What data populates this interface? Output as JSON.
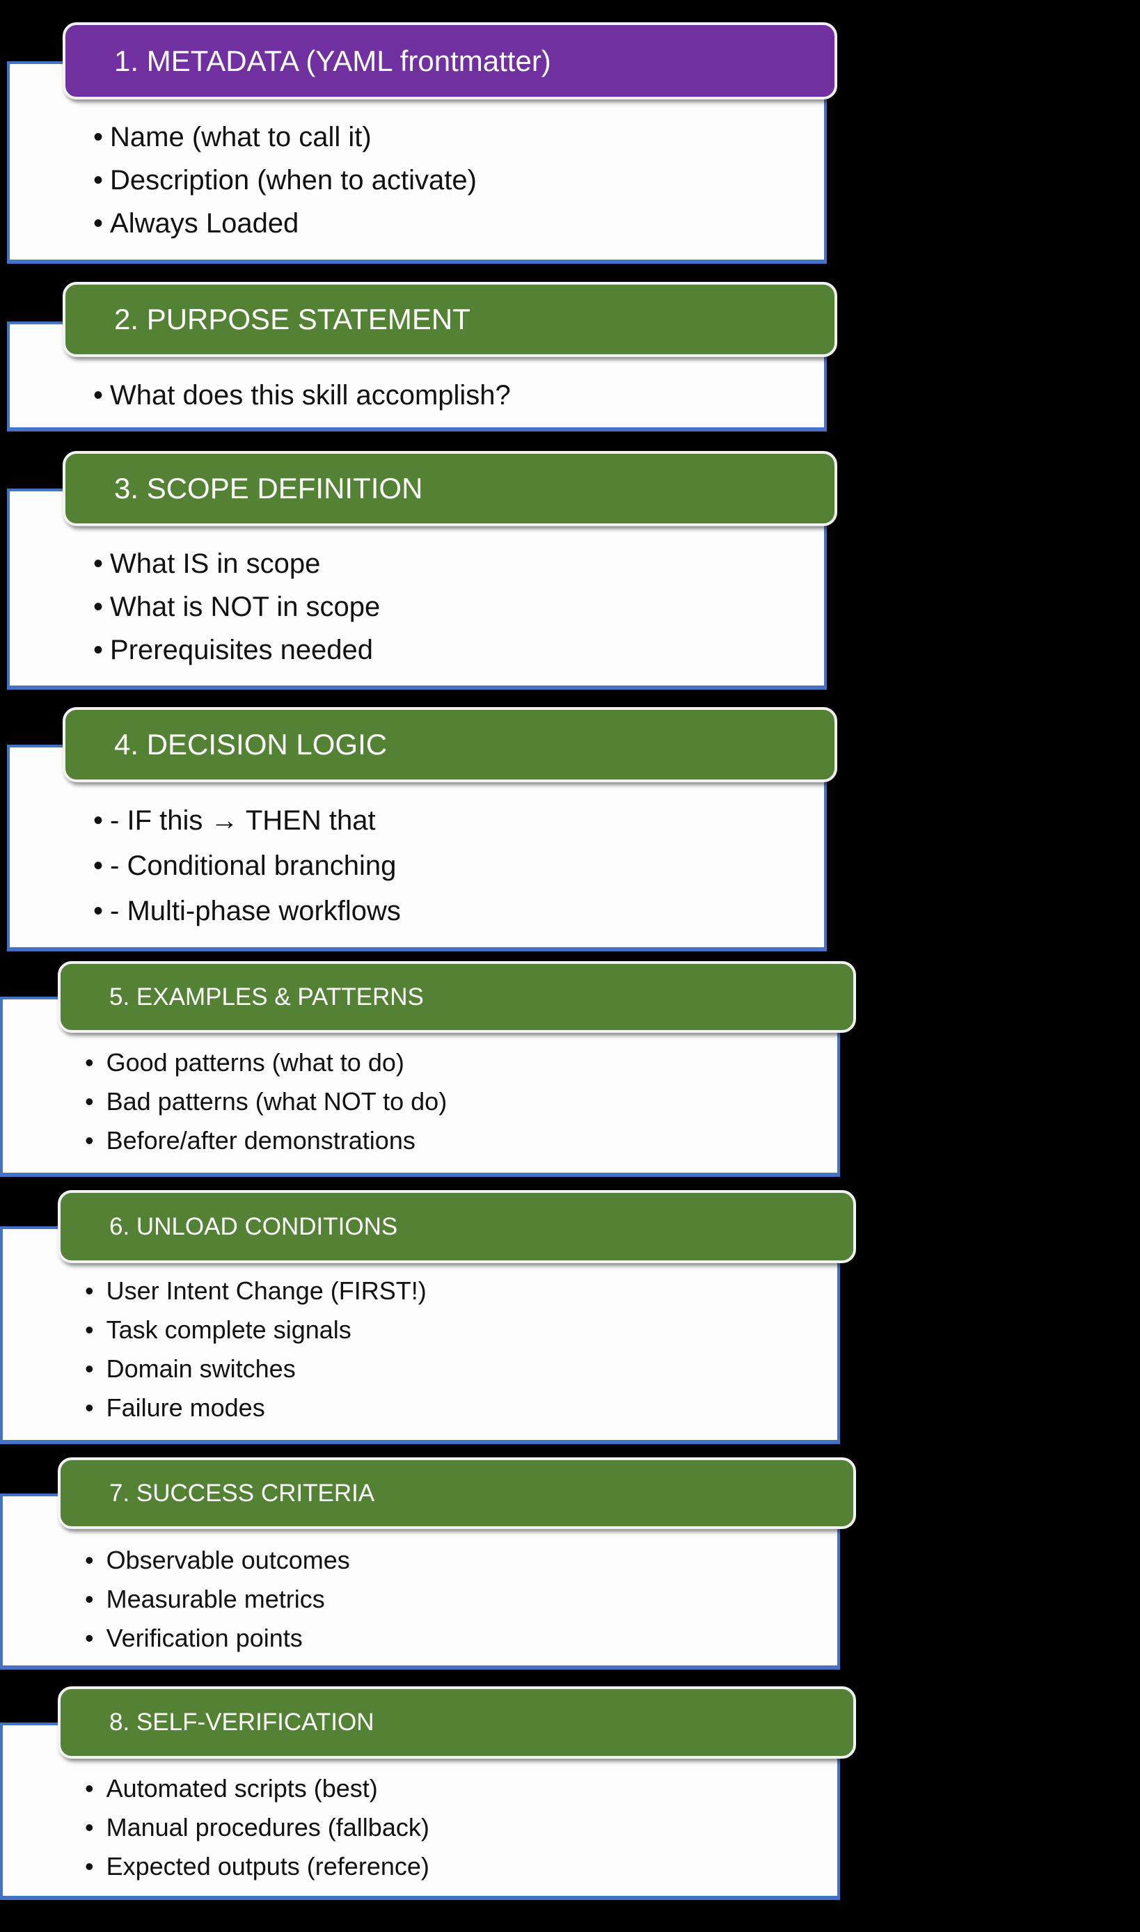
{
  "page": {
    "background": "#000000",
    "description": "Skill definition structure diagram with 8 numbered sections"
  },
  "colors": {
    "metadata_header": "#7030A0",
    "section_header": "#538234",
    "body_border": "#4472C4",
    "body_background": "#FDFDFD",
    "header_text": "#FFFFFF",
    "body_text": "#111111"
  },
  "sections": [
    {
      "title": "1. METADATA (YAML frontmatter)",
      "header_color": "#7030A0",
      "bullets": [
        "Name (what to call it)",
        "Description (when to activate)",
        "Always Loaded"
      ]
    },
    {
      "title": "2. PURPOSE STATEMENT",
      "header_color": "#538234",
      "bullets": [
        "What does this skill accomplish?"
      ]
    },
    {
      "title": "3. SCOPE DEFINITION",
      "header_color": "#538234",
      "bullets": [
        "What IS in scope",
        "What is NOT in scope",
        "Prerequisites needed"
      ]
    },
    {
      "title": "4. DECISION LOGIC",
      "header_color": "#538234",
      "bullets": [
        "- IF this → THEN that",
        "- Conditional branching",
        "- Multi-phase workflows"
      ]
    },
    {
      "title": "5. EXAMPLES & PATTERNS",
      "header_color": "#538234",
      "bullets": [
        "Good patterns (what to do)",
        "Bad patterns (what NOT to do)",
        "Before/after demonstrations"
      ]
    },
    {
      "title": "6. UNLOAD CONDITIONS",
      "header_color": "#538234",
      "bullets": [
        "User Intent Change (FIRST!)",
        "Task complete signals",
        "Domain switches",
        "Failure modes"
      ]
    },
    {
      "title": "7. SUCCESS CRITERIA",
      "header_color": "#538234",
      "bullets": [
        "Observable outcomes",
        "Measurable metrics",
        "Verification points"
      ]
    },
    {
      "title": "8. SELF-VERIFICATION",
      "header_color": "#538234",
      "bullets": [
        "Automated scripts (best)",
        "Manual procedures (fallback)",
        "Expected outputs (reference)"
      ]
    }
  ]
}
